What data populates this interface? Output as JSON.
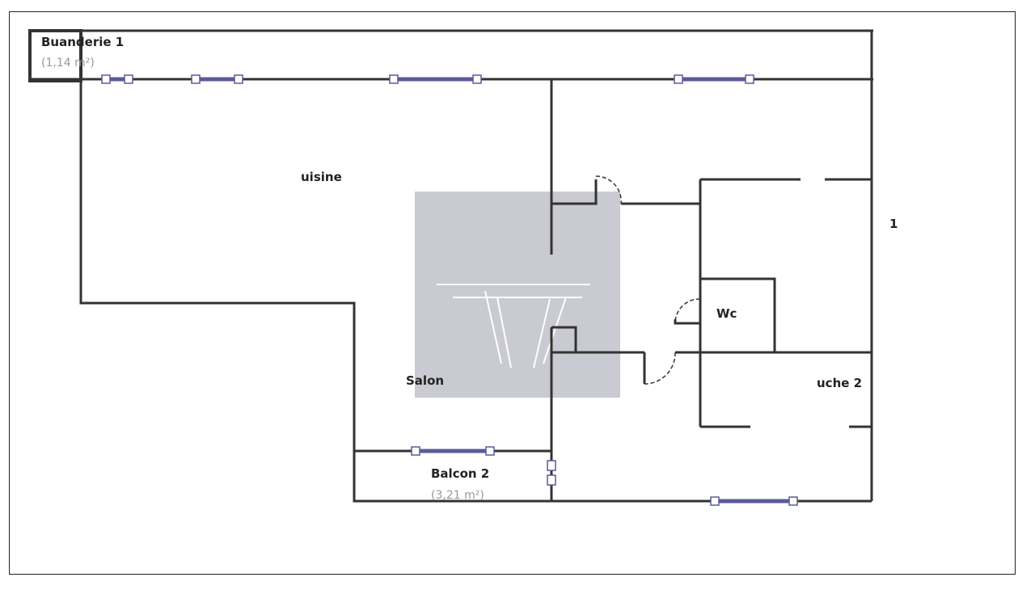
{
  "plan": {
    "rooms": [
      {
        "name": "Buanderie 1",
        "area": "(1,14 m²)"
      },
      {
        "name": "uisine"
      },
      {
        "name": "Salon"
      },
      {
        "name": "Balcon 2",
        "area": "(3,21 m²)"
      },
      {
        "name": "Wc"
      },
      {
        "name": "uche 2"
      },
      {
        "name": "1"
      }
    ]
  },
  "colors": {
    "wall": "#333333",
    "window": "#5a5a9a",
    "watermark": "#c9cad2"
  }
}
